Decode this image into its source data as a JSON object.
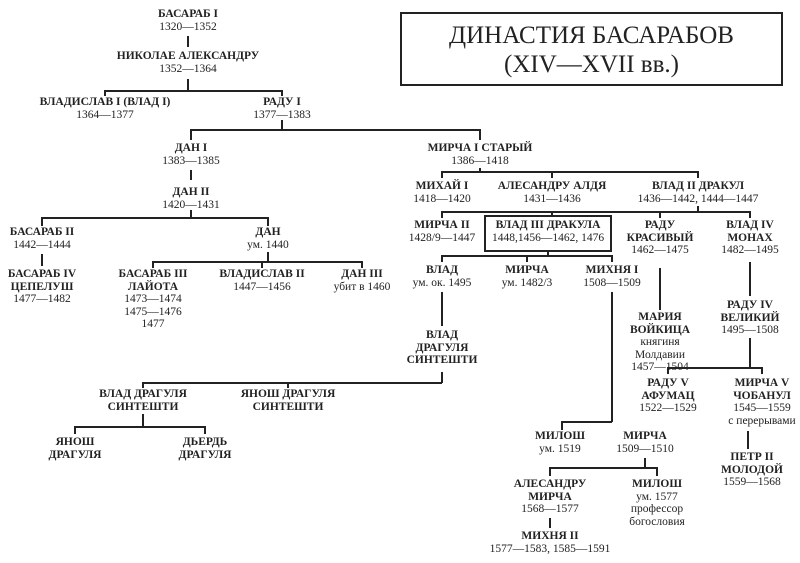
{
  "title": {
    "line1": "ДИНАСТИЯ БАСАРАБОВ",
    "line2": "(XIV—XVII вв.)"
  },
  "nodes": [
    {
      "name": "БАСАРАБ I",
      "info": "1320—1352"
    },
    {
      "name": "НИКОЛАЕ АЛЕКСАНДРУ",
      "info": "1352—1364"
    },
    {
      "name": "ВЛАДИСЛАВ I (ВЛАД I)",
      "info": "1364—1377"
    },
    {
      "name": "РАДУ I",
      "info": "1377—1383"
    },
    {
      "name": "ДАН I",
      "info": "1383—1385"
    },
    {
      "name": "ДАН II",
      "info": "1420—1431"
    },
    {
      "name": "БАСАРАБ II",
      "info": "1442—1444"
    },
    {
      "name": "БАСАРАБ IV\nЦЕПЕЛУШ",
      "info": "1477—1482"
    },
    {
      "name": "ДАН",
      "info": "ум. 1440"
    },
    {
      "name": "БАСАРАБ III\nЛАЙОТА",
      "info": "1473—1474\n1475—1476\n1477"
    },
    {
      "name": "ВЛАДИСЛАВ II",
      "info": "1447—1456"
    },
    {
      "name": "ДАН III",
      "info": "убит в 1460"
    },
    {
      "name": "МИРЧА I СТАРЫЙ",
      "info": "1386—1418"
    },
    {
      "name": "МИХАЙ I",
      "info": "1418—1420"
    },
    {
      "name": "АЛЕСАНДРУ АЛДЯ",
      "info": "1431—1436"
    },
    {
      "name": "ВЛАД II ДРАКУЛ",
      "info": "1436—1442, 1444—1447"
    },
    {
      "name": "МИРЧА II",
      "info": "1428/9—1447"
    },
    {
      "name": "ВЛАД III ДРАКУЛА",
      "info": "1448,1456—1462, 1476"
    },
    {
      "name": "РАДУ\nКРАСИВЫЙ",
      "info": "1462—1475"
    },
    {
      "name": "ВЛАД IV\nМОНАХ",
      "info": "1482—1495"
    },
    {
      "name": "ВЛАД",
      "info": "ум. ок. 1495"
    },
    {
      "name": "МИРЧА",
      "info": "ум. 1482/3"
    },
    {
      "name": "МИХНЯ I",
      "info": "1508—1509"
    },
    {
      "name": "ВЛАД\nДРАГУЛЯ\nСИНТЕШТИ",
      "info": ""
    },
    {
      "name": "ВЛАД ДРАГУЛЯ\nСИНТЕШТИ",
      "info": ""
    },
    {
      "name": "ЯНОШ ДРАГУЛЯ\nСИНТЕШТИ",
      "info": ""
    },
    {
      "name": "ЯНОШ\nДРАГУЛЯ",
      "info": ""
    },
    {
      "name": "ДЬЕРДЬ\nДРАГУЛЯ",
      "info": ""
    },
    {
      "name": "МАРИЯ\nВОЙКИЦА",
      "info": "княгиня\nМолдавии\n1457—1504"
    },
    {
      "name": "РАДУ IV\nВЕЛИКИЙ",
      "info": "1495—1508"
    },
    {
      "name": "РАДУ V\nАФУМАЦ",
      "info": "1522—1529"
    },
    {
      "name": "МИРЧА V\nЧОБАНУЛ",
      "info": "1545—1559\nс перерывами"
    },
    {
      "name": "ПЕТР II\nМОЛОДОЙ",
      "info": "1559—1568"
    },
    {
      "name": "МИЛОШ",
      "info": "ум. 1519"
    },
    {
      "name": "МИРЧА",
      "info": "1509—1510"
    },
    {
      "name": "АЛЕСАНДРУ\nМИРЧА",
      "info": "1568—1577"
    },
    {
      "name": "МИЛОШ",
      "info": "ум. 1577\nпрофессор\nбогословия"
    },
    {
      "name": "МИХНЯ II",
      "info": "1577—1583, 1585—1591"
    }
  ]
}
